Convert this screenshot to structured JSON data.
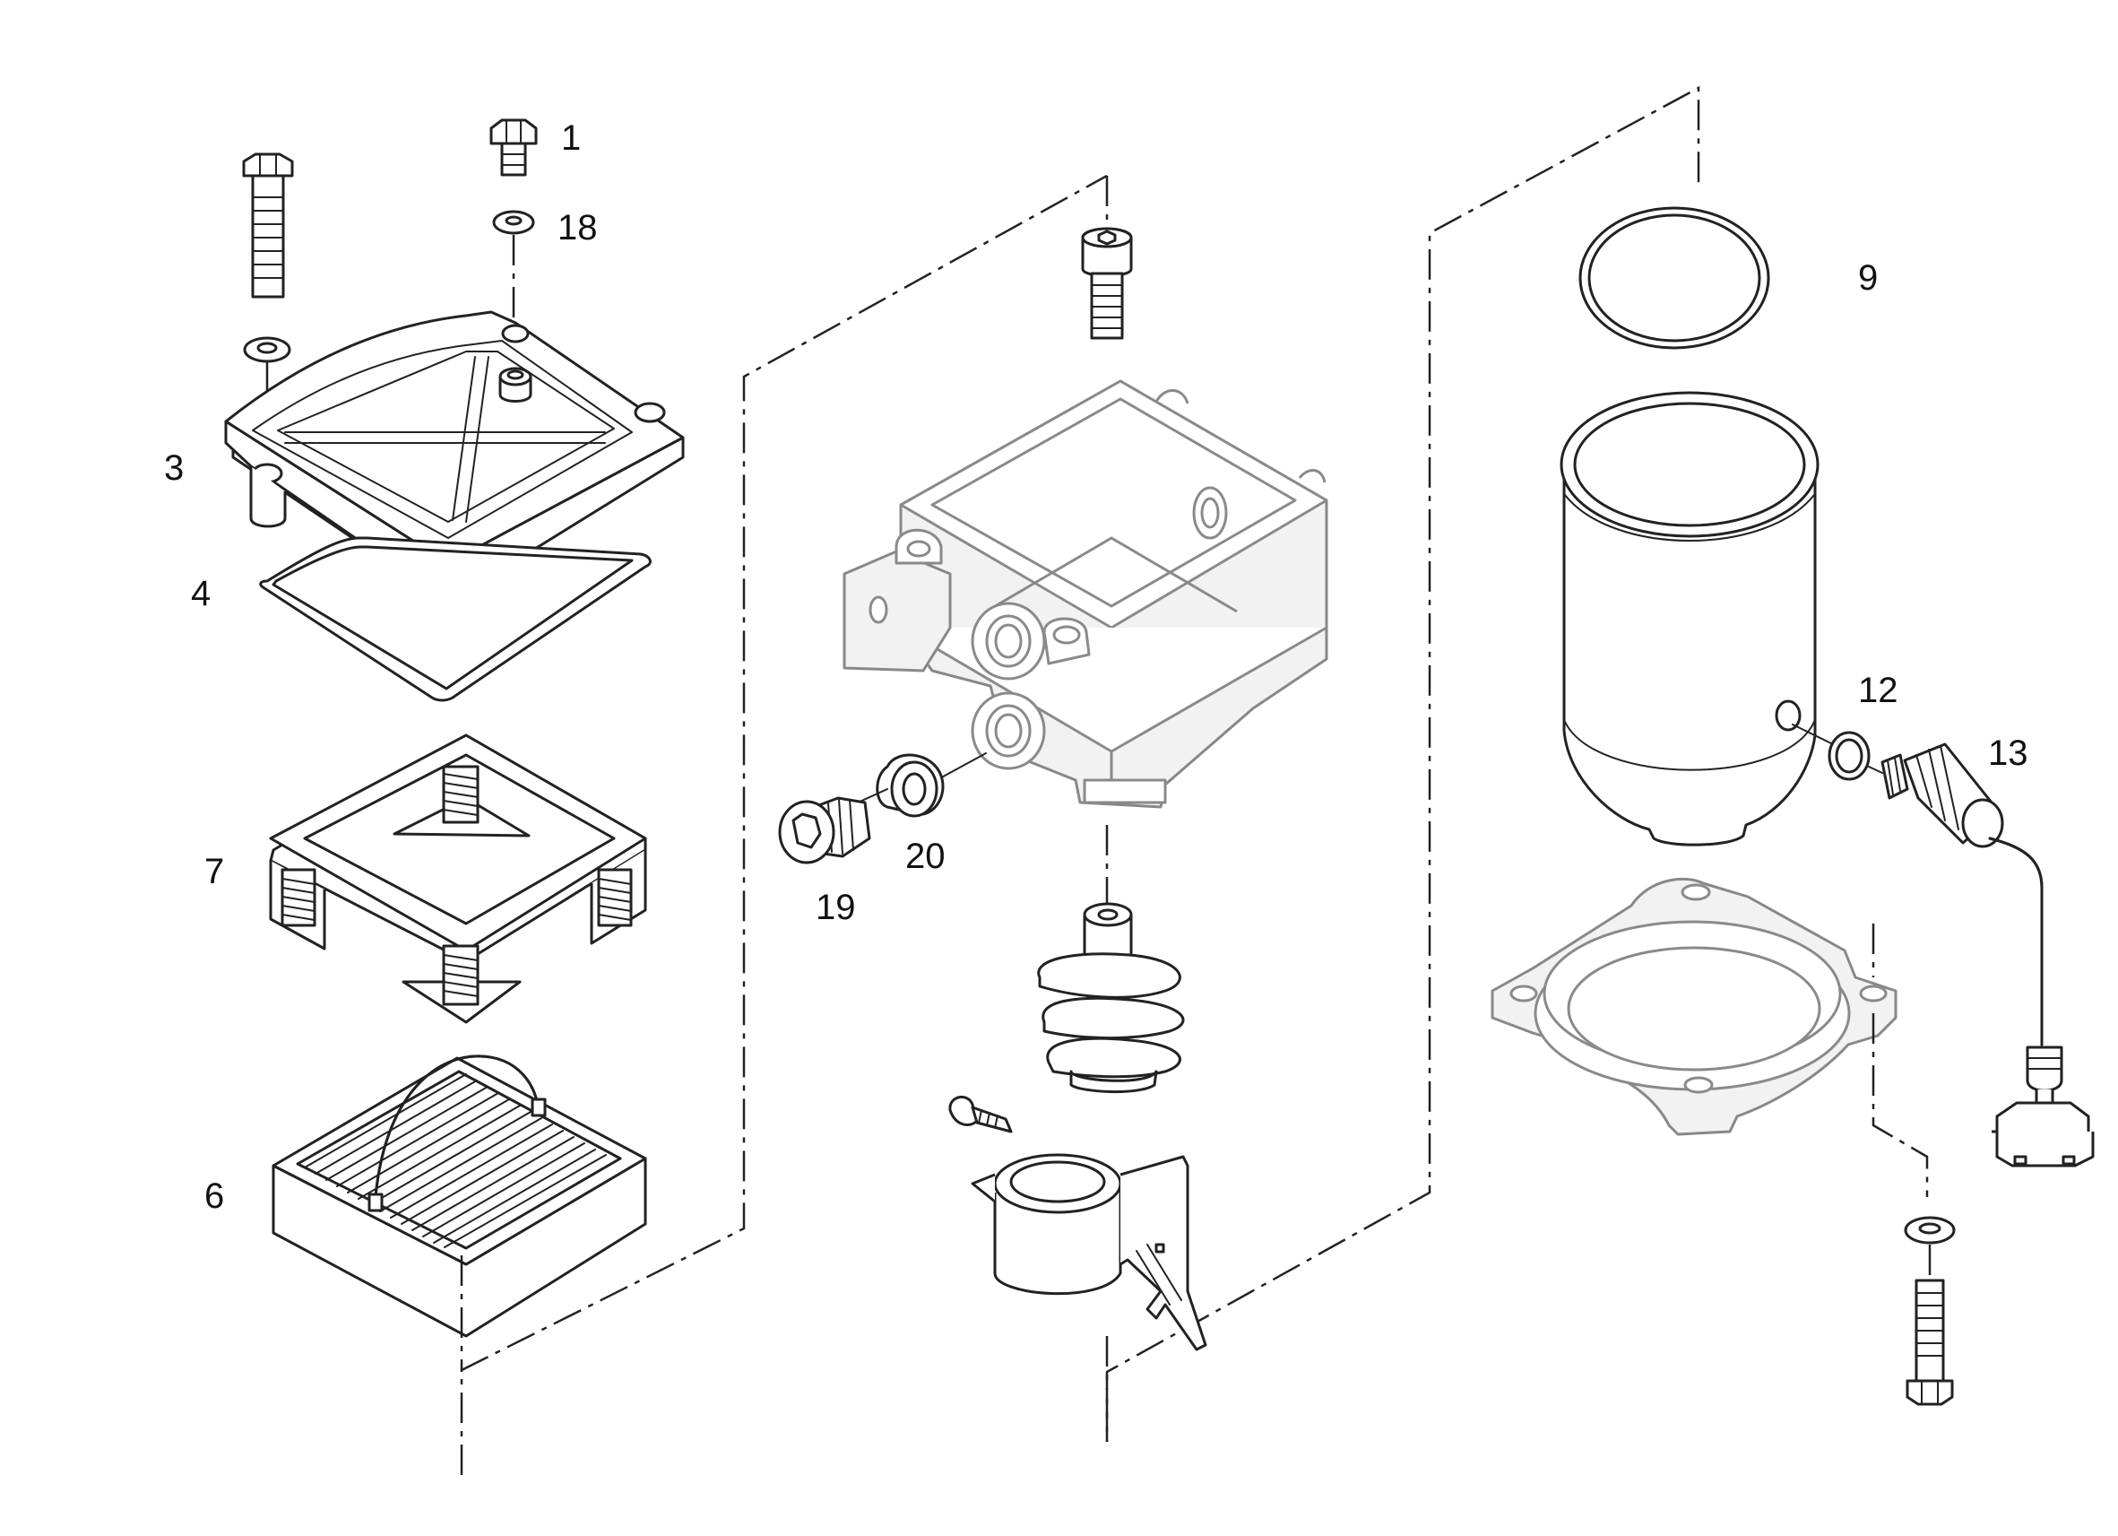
{
  "callouts": {
    "c1": "1",
    "c18": "18",
    "c3": "3",
    "c4": "4",
    "c7": "7",
    "c6": "6",
    "c19": "19",
    "c20": "20",
    "c9": "9",
    "c12": "12",
    "c13": "13"
  },
  "colors": {
    "line": "#222222",
    "ghost_line": "#8a8a8a",
    "background": "#ffffff"
  }
}
